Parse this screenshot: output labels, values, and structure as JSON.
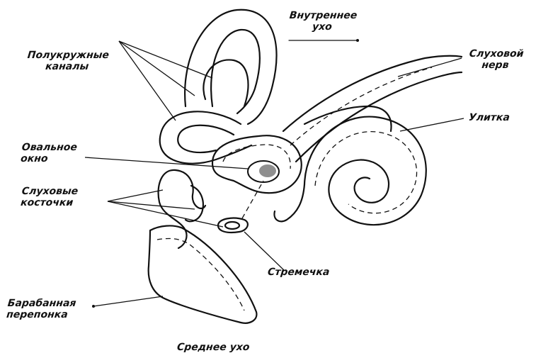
{
  "labels": {
    "inner_ear": [
      "Внутреннее",
      "ухо"
    ],
    "semicircular_canals": [
      "Полукружные",
      "каналы"
    ],
    "auditory_nerve": [
      "Слуховой",
      "нерв"
    ],
    "cochlea": "Улитка",
    "oval_window": [
      "Овальное",
      "окно"
    ],
    "ossicles": [
      "Слуховые",
      "косточки"
    ],
    "stapes": "Стремечка",
    "eardrum": [
      "Барабанная",
      "перепонка"
    ],
    "middle_ear": "Среднее ухо"
  }
}
